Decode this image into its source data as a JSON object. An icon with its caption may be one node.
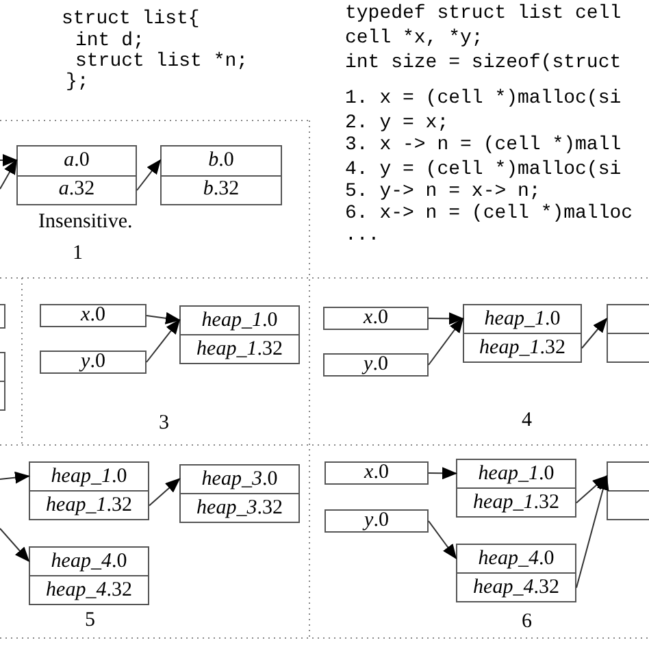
{
  "diagram": {
    "nodes": [
      {
        "text": [
          "*a*.0",
          "*a*.32"
        ]
      },
      {
        "text": [
          "*b*.0",
          "*b*.32"
        ]
      },
      {
        "text": [],
        "shape": "box"
      },
      {
        "text": [],
        "shape": "box"
      },
      {
        "text": [
          "*x*.0"
        ]
      },
      {
        "text": [
          "*y*.0"
        ]
      },
      {
        "text": [
          "*heap_1*.0",
          "*heap_1*.32"
        ]
      },
      {
        "text": [
          "*x*.0"
        ]
      },
      {
        "text": [
          "*y*.0"
        ]
      },
      {
        "text": [
          "*heap_1*.0",
          "*heap_1*.32"
        ]
      },
      {
        "text": [],
        "shape": "box"
      },
      {
        "text": [
          "*heap_1*.0",
          "*heap_1*.32"
        ]
      },
      {
        "text": [
          "*heap_3*.0",
          "*heap_3*.32"
        ]
      },
      {
        "text": [
          "*heap_4*.0",
          "*heap_4*.32"
        ]
      },
      {
        "text": [
          "*x*.0"
        ]
      },
      {
        "text": [
          "*y*.0"
        ]
      },
      {
        "text": [
          "*heap_1*.0",
          "*heap_1*.32"
        ]
      },
      {
        "text": [
          "*heap_4*.0",
          "*heap_4*.32"
        ]
      },
      {
        "text": [],
        "shape": "box"
      }
    ],
    "edges": [
      {
        "from": null,
        "to": 0,
        "arrow": "to"
      },
      {
        "from": null,
        "to": 0,
        "arrow": "to"
      },
      {
        "from": 0,
        "to": 1,
        "arrow": "to"
      },
      {
        "from": 4,
        "to": 6,
        "arrow": "to"
      },
      {
        "from": 5,
        "to": 6,
        "arrow": "to"
      },
      {
        "from": 7,
        "to": 9,
        "arrow": "to"
      },
      {
        "from": 8,
        "to": 9,
        "arrow": "to"
      },
      {
        "from": 9,
        "to": 10,
        "arrow": "to"
      },
      {
        "from": null,
        "to": 11,
        "arrow": "to"
      },
      {
        "from": null,
        "to": 13,
        "arrow": "to"
      },
      {
        "from": 11,
        "to": 12,
        "arrow": "to"
      },
      {
        "from": 14,
        "to": 16,
        "arrow": "to"
      },
      {
        "from": 15,
        "to": 17,
        "arrow": "to"
      },
      {
        "from": 16,
        "to": 18,
        "arrow": "to"
      },
      {
        "from": 17,
        "to": 18,
        "arrow": "to"
      }
    ],
    "labels": [
      "struct list{",
      "int d;",
      "struct list *n;",
      "};",
      "typedef struct list cell",
      "cell *x, *y;",
      "int size = sizeof(struct",
      "1. x = (cell *)malloc(si",
      "2. y = x;",
      "3. x -> n = (cell *)mall",
      "4. y = (cell *)malloc(si",
      "5. y-> n = x-> n;",
      "6. x-> n = (cell *)malloc",
      "...",
      "Insensitive.",
      "1",
      "3",
      "4",
      "5",
      "6"
    ]
  }
}
